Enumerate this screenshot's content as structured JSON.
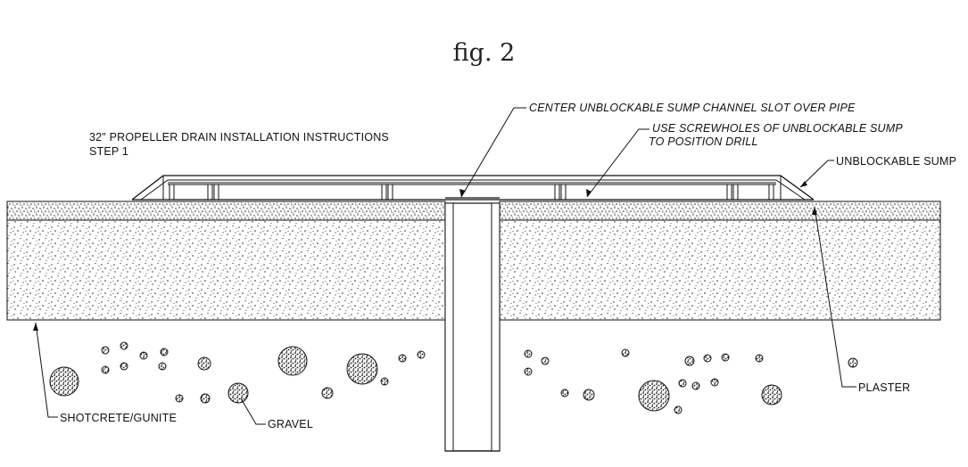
{
  "figure": {
    "title": "fig. 2",
    "instructions": {
      "line1": "32\" PROPELLER DRAIN INSTALLATION INSTRUCTIONS",
      "line2": "STEP 1"
    }
  },
  "callouts": {
    "center_slot": "CENTER UNBLOCKABLE SUMP CHANNEL SLOT OVER PIPE",
    "screwholes_line1": "USE SCREWHOLES OF UNBLOCKABLE SUMP",
    "screwholes_line2": "TO POSITION DRILL",
    "sump": "UNBLOCKABLE SUMP",
    "plaster": "PLASTER",
    "shotcrete": "SHOTCRETE/GUNITE",
    "gravel": "GRAVEL"
  },
  "colors": {
    "line": "#111111",
    "stipple": "#222222",
    "background": "#ffffff"
  }
}
